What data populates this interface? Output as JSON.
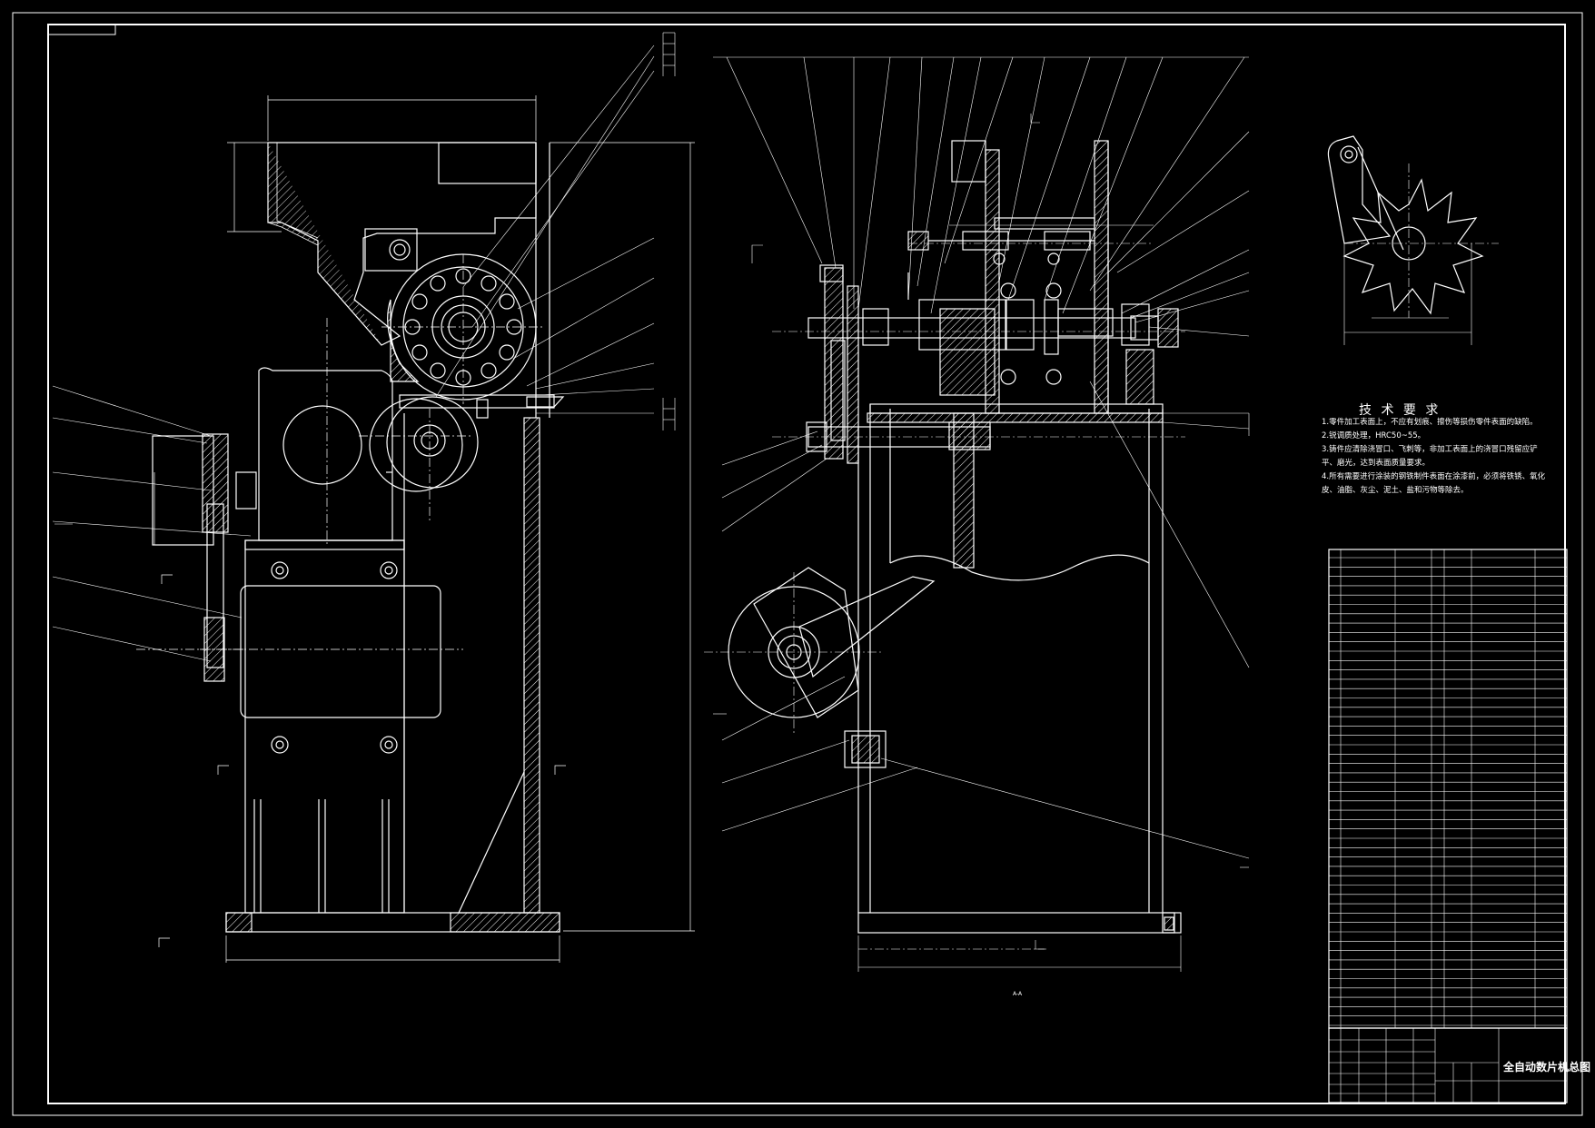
{
  "drawing": {
    "title_block_name": "全自动数片机总图",
    "section_label": "A-A",
    "colors": {
      "background": "#000000",
      "line": "#ffffff",
      "hatch": "#ffffff"
    },
    "technical_requirements": {
      "heading": "技 术 要 求",
      "lines": [
        "1.零件加工表面上，不应有划痕、擦伤等损伤零件表面的缺陷。",
        "2.锐调质处理，HRC50~55。",
        "3.铸件应清除浇冒口、飞刺等，非加工表面上的浇冒口残留应铲",
        "平、磨光，达到表面质量要求。",
        "4.所有需要进行涂装的钢铁制件表面在涂漆前，必须将铁锈、氧化",
        "皮、油脂、灰尘、泥土、盐和污物等除去。"
      ]
    }
  }
}
